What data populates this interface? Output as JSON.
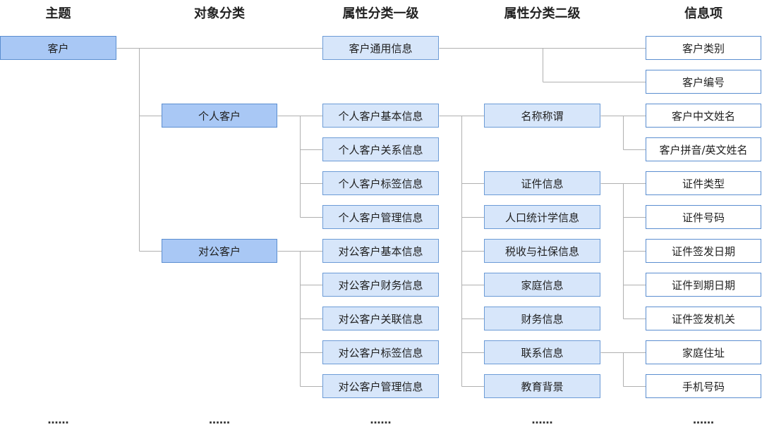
{
  "headers": [
    "主题",
    "对象分类",
    "属性分类一级",
    "属性分类二级",
    "信息项"
  ],
  "column0": [
    "客户"
  ],
  "column1": [
    "个人客户",
    "对公客户"
  ],
  "column2": [
    "客户通用信息",
    "个人客户基本信息",
    "个人客户关系信息",
    "个人客户标签信息",
    "个人客户管理信息",
    "对公客户基本信息",
    "对公客户财务信息",
    "对公客户关联信息",
    "对公客户标签信息",
    "对公客户管理信息"
  ],
  "column3": [
    "名称称谓",
    "证件信息",
    "人口统计学信息",
    "税收与社保信息",
    "家庭信息",
    "财务信息",
    "联系信息",
    "教育背景"
  ],
  "column4": [
    "客户类别",
    "客户编号",
    "客户中文姓名",
    "客户拼音/英文姓名",
    "证件类型",
    "证件号码",
    "证件签发日期",
    "证件到期日期",
    "证件签发机关",
    "家庭住址",
    "手机号码"
  ],
  "ellipsis": "……",
  "colors": {
    "line": "#b0b0b0",
    "dark_fill": "#a9c8f5",
    "light_fill": "#d7e6fa",
    "border": "#5b8ed0"
  }
}
